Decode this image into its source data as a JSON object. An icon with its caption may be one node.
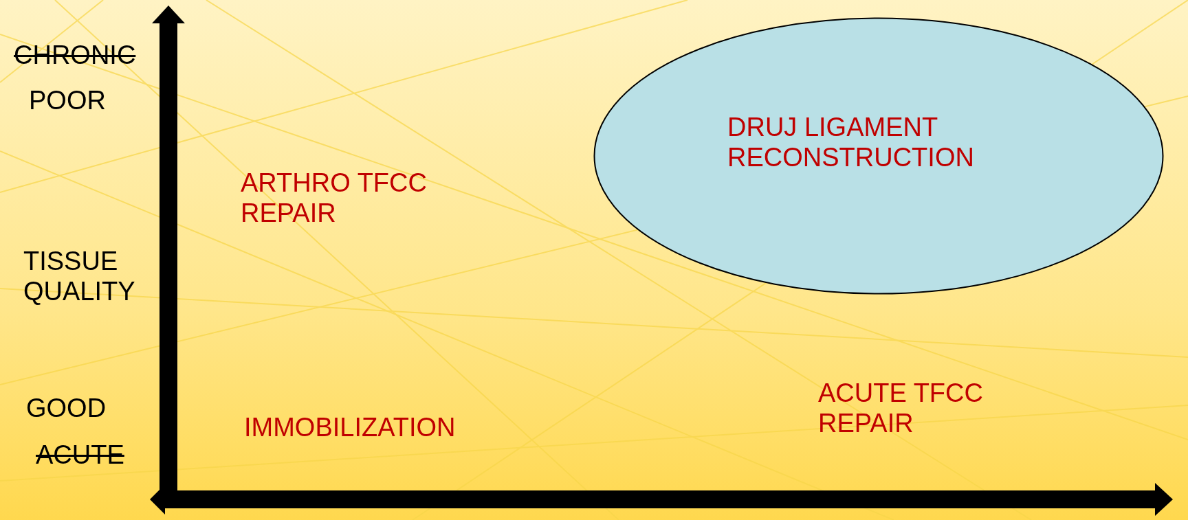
{
  "diagram": {
    "nodes": [
      {
        "text": [
          "DRUJ LIGAMENT RECONSTRUCTION"
        ]
      }
    ],
    "labels": [
      "CHRONIC",
      "POOR",
      "TISSUE QUALITY",
      "GOOD",
      "ACUTE",
      "ARTHRO TFCC REPAIR",
      "IMMOBILIZATION",
      "ACUTE TFCC REPAIR"
    ]
  }
}
